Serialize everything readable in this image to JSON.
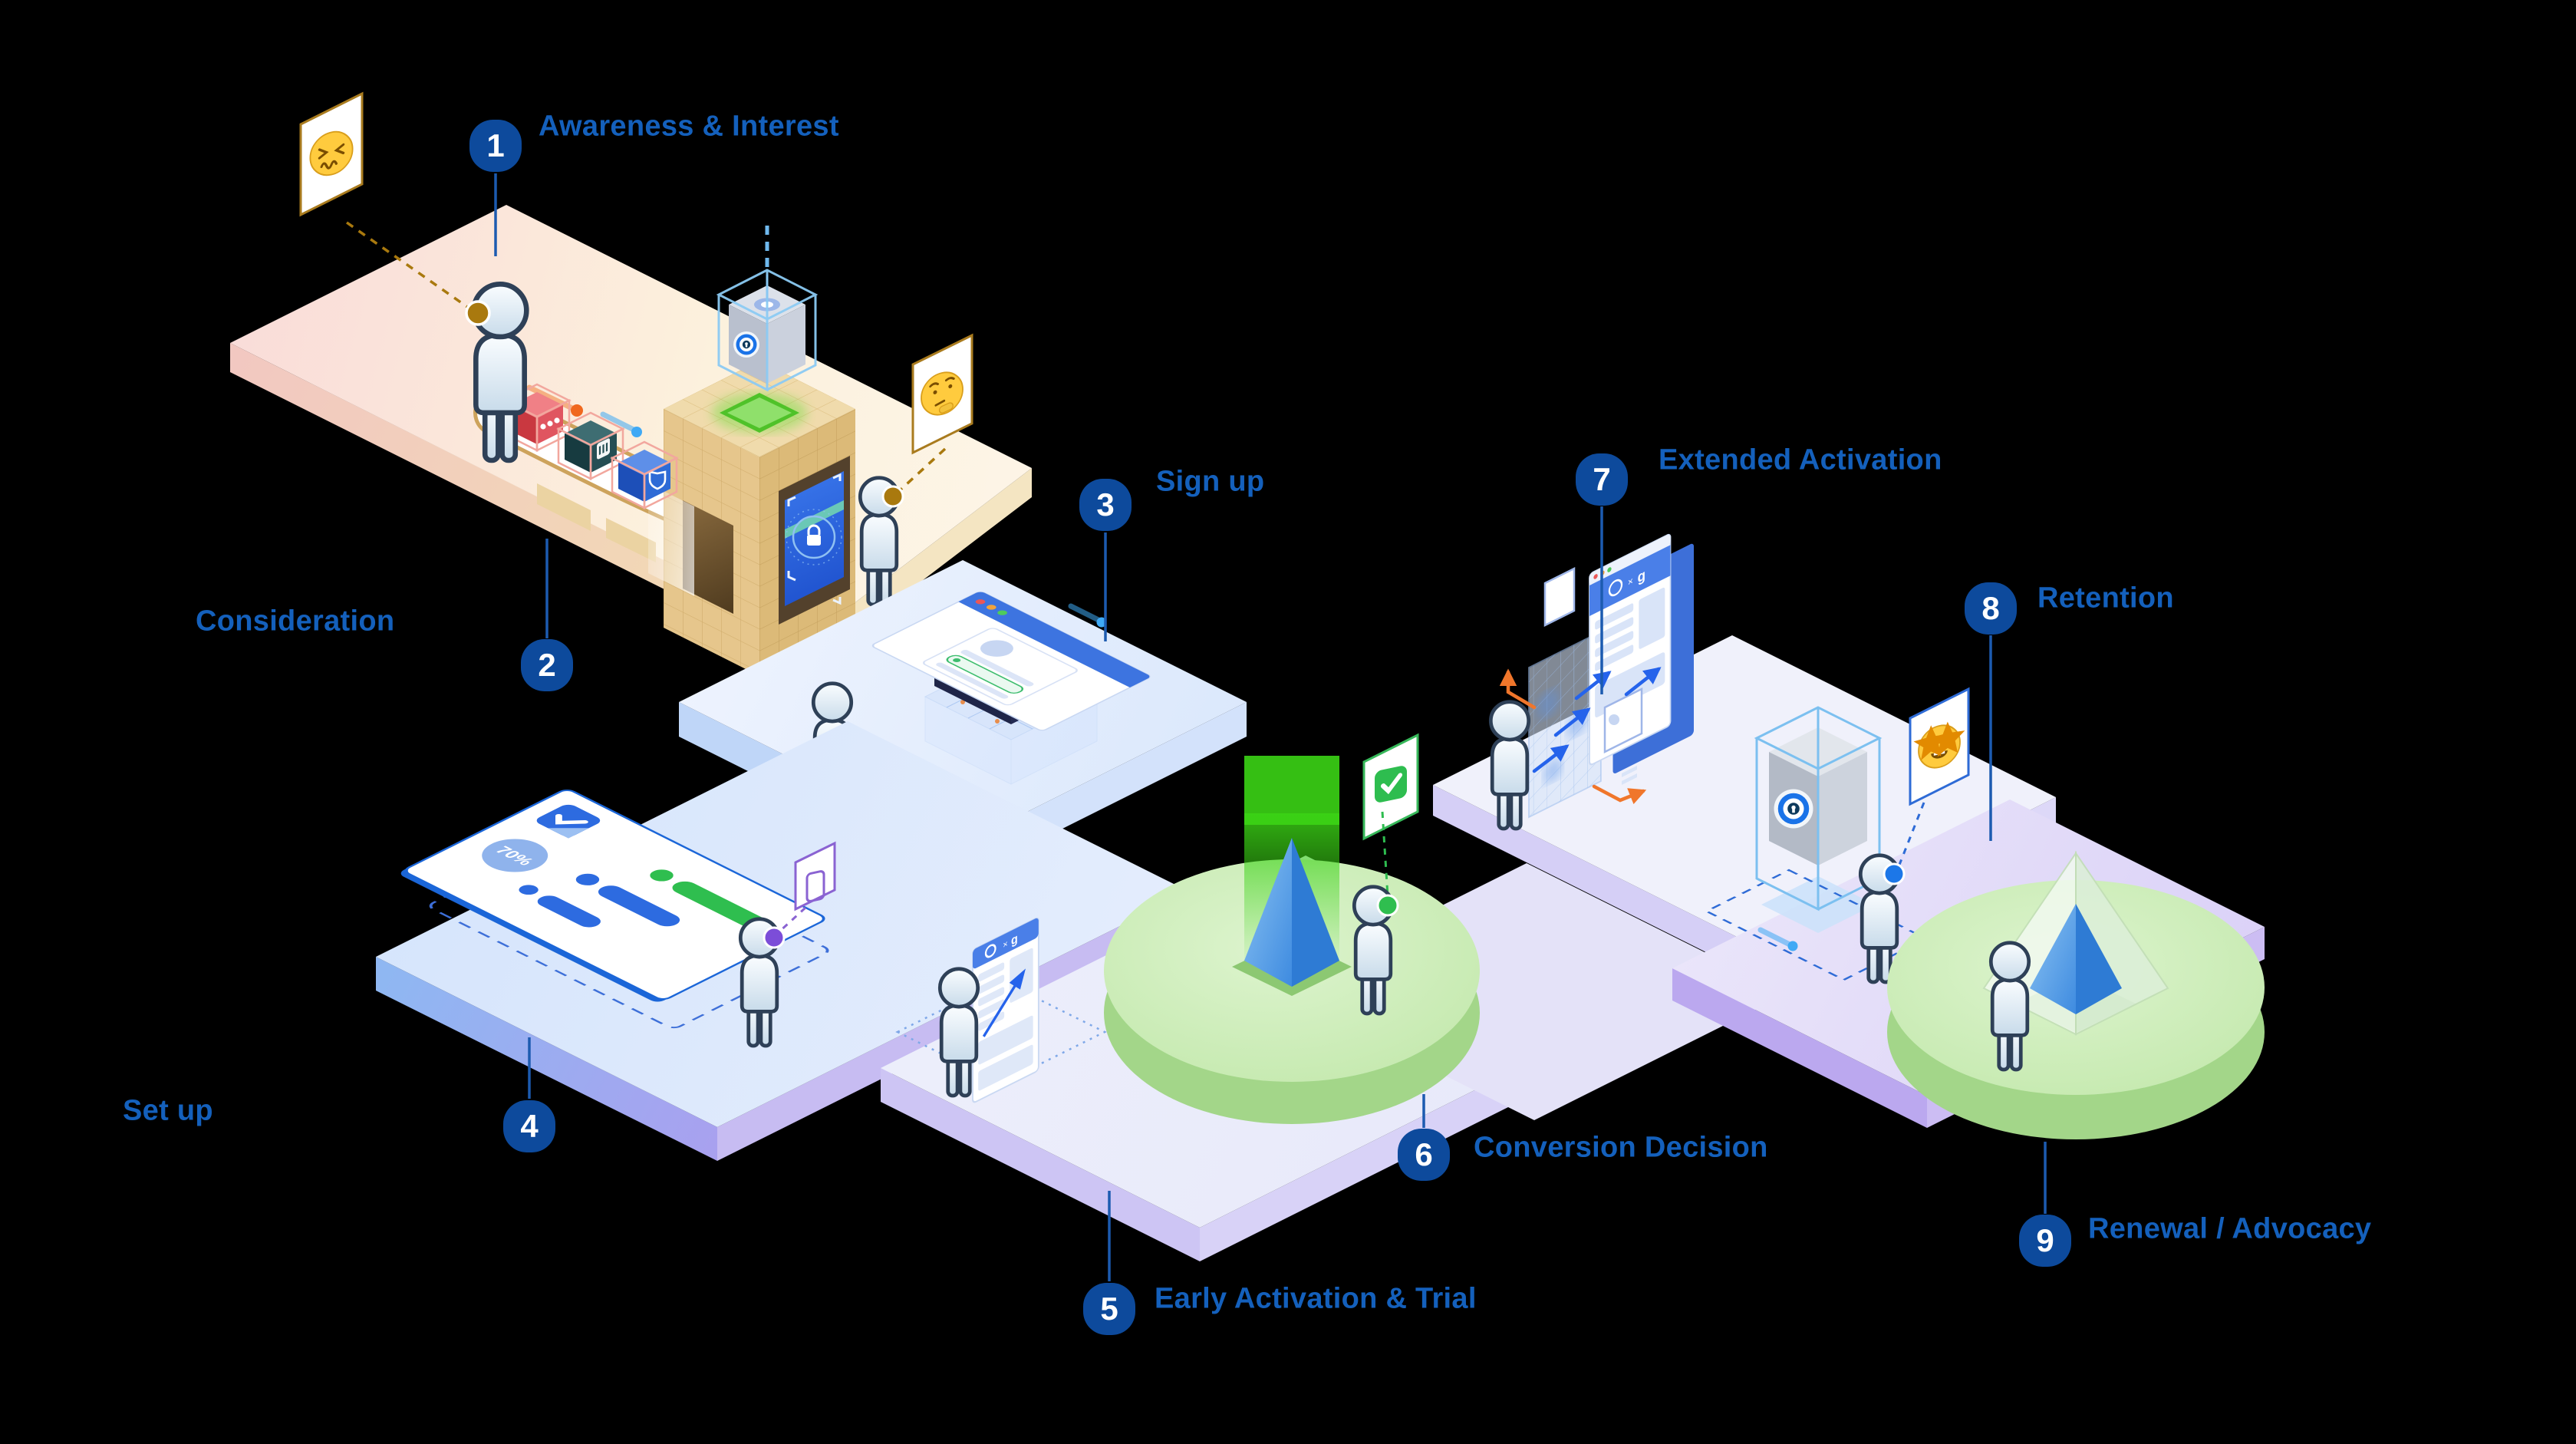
{
  "stages": [
    {
      "num": "1",
      "label": "Awareness & Interest"
    },
    {
      "num": "2",
      "label": "Consideration"
    },
    {
      "num": "3",
      "label": "Sign up"
    },
    {
      "num": "4",
      "label": "Set up"
    },
    {
      "num": "5",
      "label": "Early Activation & Trial"
    },
    {
      "num": "6",
      "label": "Conversion Decision"
    },
    {
      "num": "7",
      "label": "Extended Activation"
    },
    {
      "num": "8",
      "label": "Retention"
    },
    {
      "num": "9",
      "label": "Renewal / Advocacy"
    }
  ],
  "signs": {
    "frustrated_emoji": "😖",
    "thinking_emoji": "🤔",
    "star_struck_emoji": "🤩"
  },
  "setup_card": {
    "progress": "70%"
  },
  "partner_header": {
    "separator": "×",
    "partner": "g"
  },
  "colors": {
    "badge": "#0D4A9C",
    "label": "#1460BC",
    "connector": "#1C5BB0",
    "platform_pink": "#F9DDDA",
    "platform_cream": "#FBF0DC",
    "platform_blue": "#DCE9FC",
    "platform_lavender": "#ECEEFA",
    "platform_purple": "#DCD2F7",
    "disc_green": "#C9EBB6",
    "vault_tan": "#E6C68C",
    "cube_red": "#E05560",
    "cube_teal": "#254E54",
    "cube_blue": "#2E6BD6",
    "accent_green": "#2EBD4F",
    "accent_orange": "#F0762B",
    "brand_blue": "#1A73E8"
  }
}
